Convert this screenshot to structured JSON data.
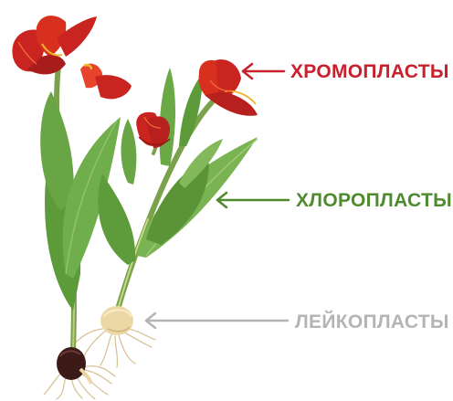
{
  "labels": {
    "chromoplasts": {
      "text": "ХРОМОПЛАСТЫ",
      "color": "#c8202d"
    },
    "chloroplasts": {
      "text": "ХЛОРОПЛАСТЫ",
      "color": "#4f8a2e"
    },
    "leucoplasts": {
      "text": "ЛЕЙКОПЛАСТЫ",
      "color": "#b4b4b4"
    }
  },
  "colors": {
    "petal": "#c9241f",
    "petal_light": "#e8432c",
    "petal_yellow": "#f2b52a",
    "leaf": "#5d9a3a",
    "leaf_light": "#8cc063",
    "stem": "#7aa24a",
    "bulb_dark": "#3b1a17",
    "bulb_light": "#ecd8a4",
    "roots": "#d8c39a"
  }
}
